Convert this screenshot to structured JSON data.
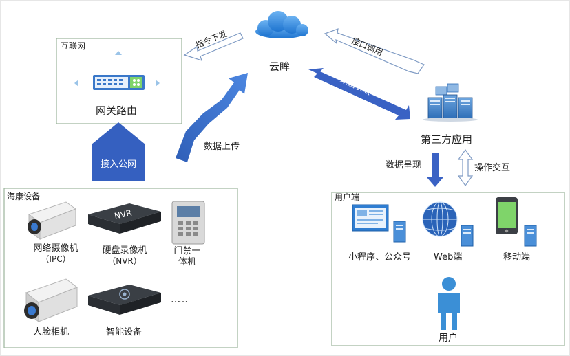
{
  "cloud": {
    "label": "云眸"
  },
  "internet": {
    "title": "互联网",
    "router_label": "网关路由"
  },
  "arrows": {
    "command": "指令下发",
    "interface": "接口调用",
    "data_fetch": "数据获取",
    "upload": "数据上传",
    "public_net": "接入公网",
    "present": "数据呈现",
    "interact": "操作交互"
  },
  "third_party": {
    "label": "第三方应用"
  },
  "hik": {
    "title": "海康设备",
    "ipc_line1": "网络摄像机",
    "ipc_line2": "（IPC）",
    "nvr_line1": "硬盘录像机",
    "nvr_line2": "（NVR）",
    "nvr_badge": "NVR",
    "door_line1": "门禁一",
    "door_line2": "体机",
    "face": "人脸相机",
    "smart": "智能设备",
    "more": "……"
  },
  "user_side": {
    "title": "用户端",
    "mini": "小程序、公众号",
    "web": "Web端",
    "mobile": "移动端",
    "user": "用户"
  },
  "colors": {
    "blue": "#3b6fc9",
    "device_dark": "#2f3338",
    "box_border": "#9bb59b",
    "arrow_outline": "#7f9bc4"
  }
}
